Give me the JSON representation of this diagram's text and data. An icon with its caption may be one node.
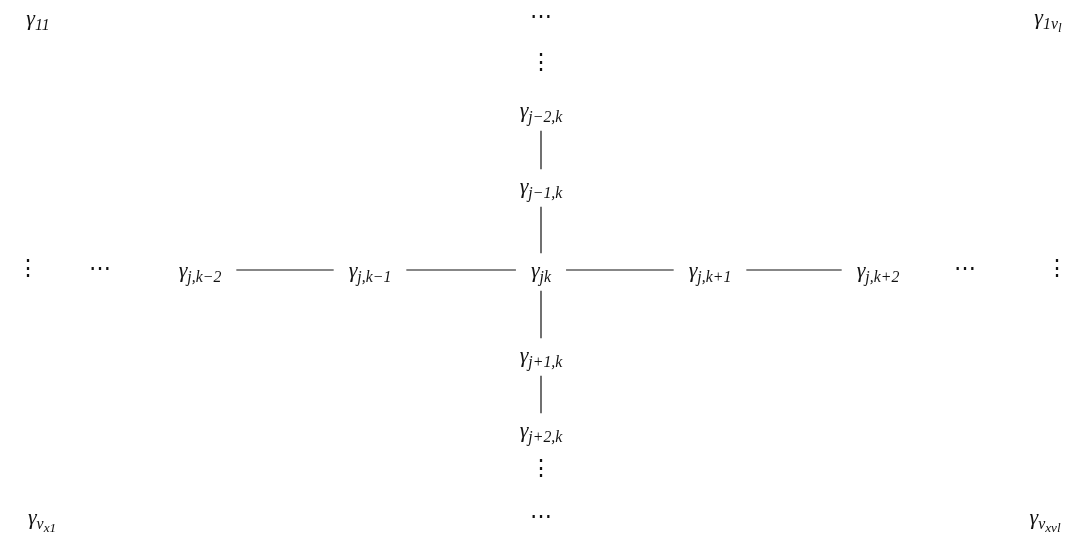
{
  "diagram": {
    "nodes": [
      {
        "text": [
          "γ$_{11}$"
        ]
      },
      {
        "text": [
          "γ$_{1ν}$$_{l}$"
        ]
      },
      {
        "text": [
          "γ$_{j−2,k}$"
        ]
      },
      {
        "text": [
          "γ$_{j−1,k}$"
        ]
      },
      {
        "text": [
          "γ$_{j,k−2}$"
        ]
      },
      {
        "text": [
          "γ$_{j,k−1}$"
        ]
      },
      {
        "text": [
          "γ$_{jk}$"
        ]
      },
      {
        "text": [
          "γ$_{j,k+1}$"
        ]
      },
      {
        "text": [
          "γ$_{j,k+2}$"
        ]
      },
      {
        "text": [
          "γ$_{j+1,k}$"
        ]
      },
      {
        "text": [
          "γ$_{j+2,k}$"
        ]
      },
      {
        "text": [
          "γ$_{ν}$$_{x}$$_{1}$"
        ]
      },
      {
        "text": [
          "γ$_{ν}$$_{x}$$_{ν}$$_{l}$"
        ]
      }
    ],
    "edges": [
      {
        "from": 2,
        "to": 3,
        "arrow": "none"
      },
      {
        "from": 3,
        "to": 6,
        "arrow": "none"
      },
      {
        "from": 4,
        "to": 5,
        "arrow": "none"
      },
      {
        "from": 5,
        "to": 6,
        "arrow": "none"
      },
      {
        "from": 6,
        "to": 7,
        "arrow": "none"
      },
      {
        "from": 7,
        "to": 8,
        "arrow": "none"
      },
      {
        "from": 6,
        "to": 9,
        "arrow": "none"
      },
      {
        "from": 9,
        "to": 10,
        "arrow": "none"
      }
    ],
    "labels": [
      "⋯",
      "⋮",
      "⋮",
      "⋯",
      "⋯",
      "⋮",
      "⋮",
      "⋯"
    ]
  }
}
